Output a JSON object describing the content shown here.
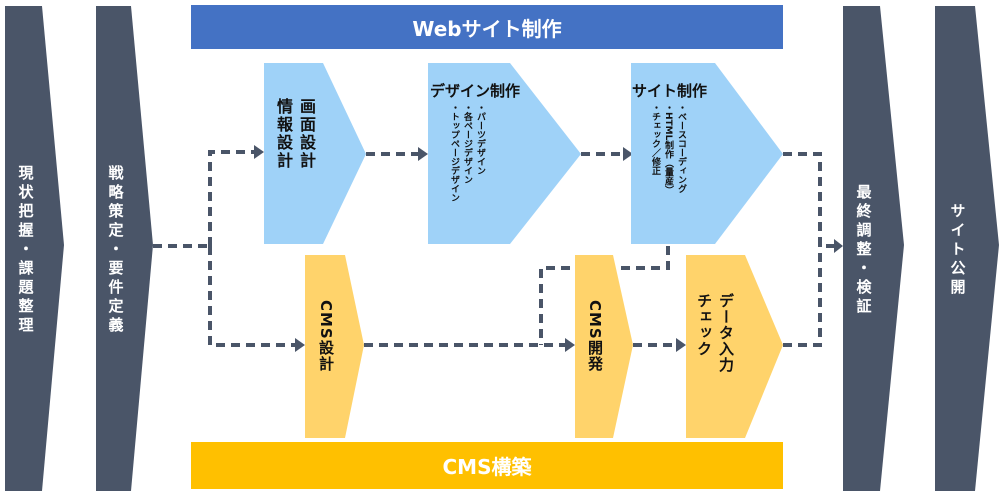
{
  "stages": {
    "genjo": "現状把握・課題整理",
    "senryaku": "戦略策定・要件定義",
    "saishu": "最終調整・検証",
    "koukai": "サイト公開"
  },
  "bands": {
    "web": "Webサイト制作",
    "cms": "CMS構築"
  },
  "web_steps": {
    "gamen_col1": "画面設計",
    "gamen_col2": "情報設計",
    "design_title": "デザイン制作",
    "design_items": [
      "・パーツデザイン",
      "・各ページデザイン",
      "・トップページデザイン"
    ],
    "site_title": "サイト制作",
    "site_items": [
      "・ベースコーディング",
      "・HTML制作（量産）",
      "・チェック／修正"
    ]
  },
  "cms_steps": {
    "cms_sekkei": "CMS設計",
    "cms_kaihatsu": "CMS開発",
    "data_col1": "データ入力",
    "data_col2": "チェック"
  },
  "colors": {
    "slate": "#4a5568",
    "blue_band": "#4472c4",
    "yellow_band": "#ffc000",
    "light_blue": "#9fd2f8",
    "light_orange": "#ffd36b",
    "connector": "#4a5568"
  }
}
